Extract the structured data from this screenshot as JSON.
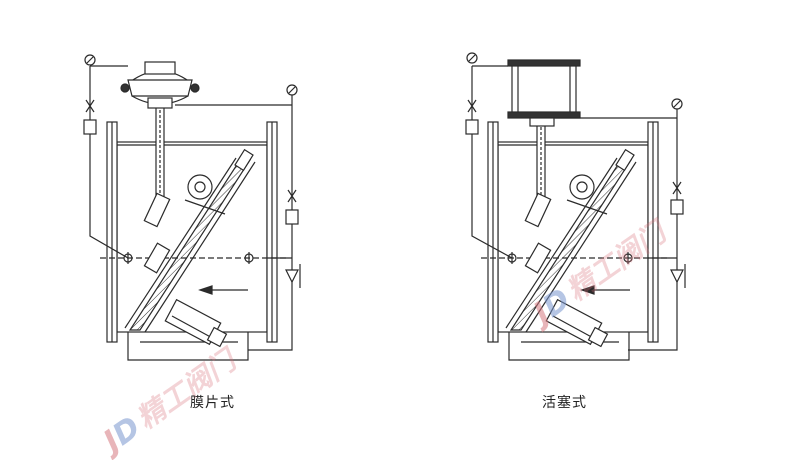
{
  "diagrams": [
    {
      "id": "diaphragm",
      "caption": "膜片式"
    },
    {
      "id": "piston",
      "caption": "活塞式"
    }
  ],
  "watermark": {
    "logo_j": "J",
    "logo_d": "D",
    "text": "精工阀门"
  },
  "colors": {
    "line": "#2b2b2b",
    "fill": "#e9e9e9",
    "logo_red": "#d67880",
    "logo_blue": "#7896cd"
  }
}
